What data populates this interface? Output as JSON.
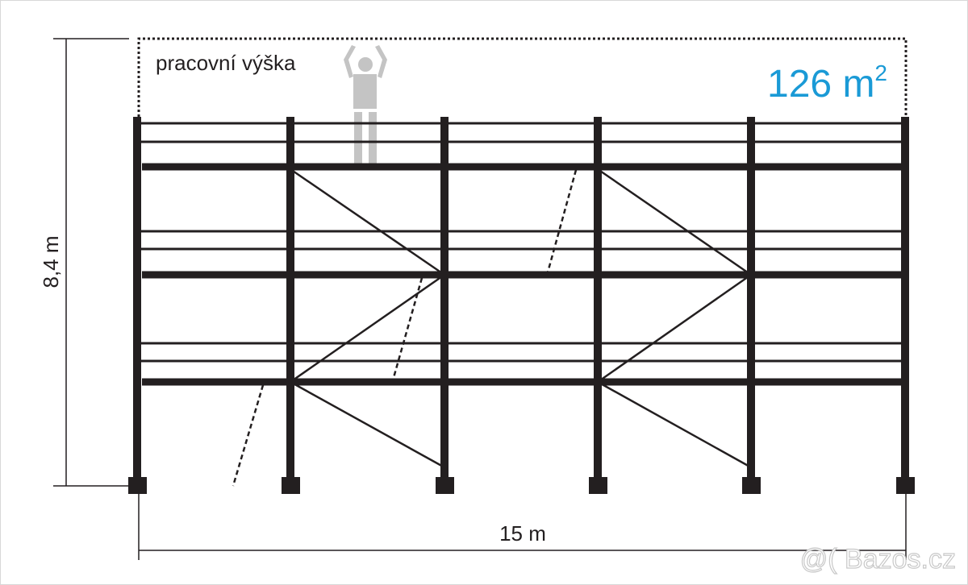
{
  "labels": {
    "working_height": "pracovní výška",
    "area": "126 m",
    "area_superscript": "2",
    "height": "8,4 m",
    "width": "15 m"
  },
  "watermark": "@( Bazos.cz",
  "colors": {
    "structure": "#231f20",
    "person": "#c4c4c4",
    "area_text": "#1a9ad6",
    "dimension": "#231f20"
  }
}
